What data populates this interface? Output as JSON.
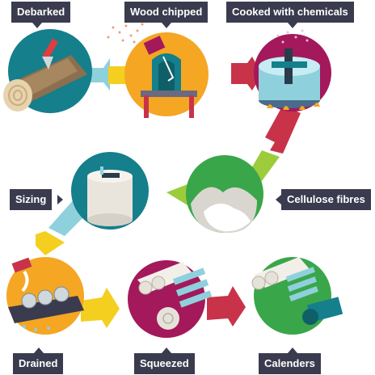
{
  "steps": [
    {
      "label": "Debarked"
    },
    {
      "label": "Wood chipped"
    },
    {
      "label": "Cooked with chemicals"
    },
    {
      "label": "Cellulose fibres"
    },
    {
      "label": "Sizing"
    },
    {
      "label": "Drained"
    },
    {
      "label": "Squeezed"
    },
    {
      "label": "Calenders"
    }
  ],
  "colors": {
    "label_bg": "#3b3b4f",
    "teal": "#157f8c",
    "orange": "#f5a623",
    "magenta": "#a3195b",
    "green": "#3aa64a",
    "light_blue": "#8fd0dd",
    "yellow": "#f5cf1f",
    "red": "#c8334a",
    "lime": "#9ccc3c"
  }
}
